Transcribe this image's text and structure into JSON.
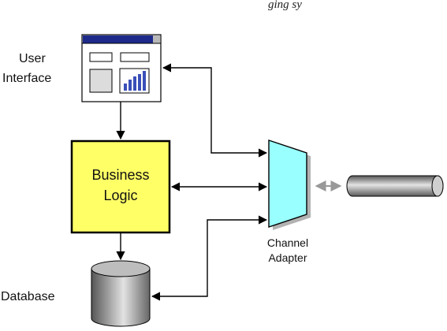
{
  "top_fragment": "ging sy",
  "labels": {
    "user_interface_line1": "User",
    "user_interface_line2": "Interface",
    "business_logic_line1": "Business",
    "business_logic_line2": "Logic",
    "database": "Database",
    "channel_adapter_line1": "Channel",
    "channel_adapter_line2": "Adapter"
  },
  "colors": {
    "business_logic_fill": "#ffff66",
    "adapter_fill": "#99ffff",
    "window_titlebar": "#1e2a8a",
    "window_body": "#ffffff",
    "panel_fill": "#dcdcdc",
    "chart_fill": "#3a4fb8",
    "cylinder_dark": "#555555",
    "cylinder_light": "#dddddd",
    "connector": "#000000",
    "double_arrow": "#999999"
  },
  "icons": {
    "user_interface": "application-window-icon",
    "chart": "bar-chart-icon",
    "database": "database-cylinder-icon",
    "channel": "message-channel-pipe-icon",
    "adapter": "channel-adapter-trapezoid-icon"
  }
}
